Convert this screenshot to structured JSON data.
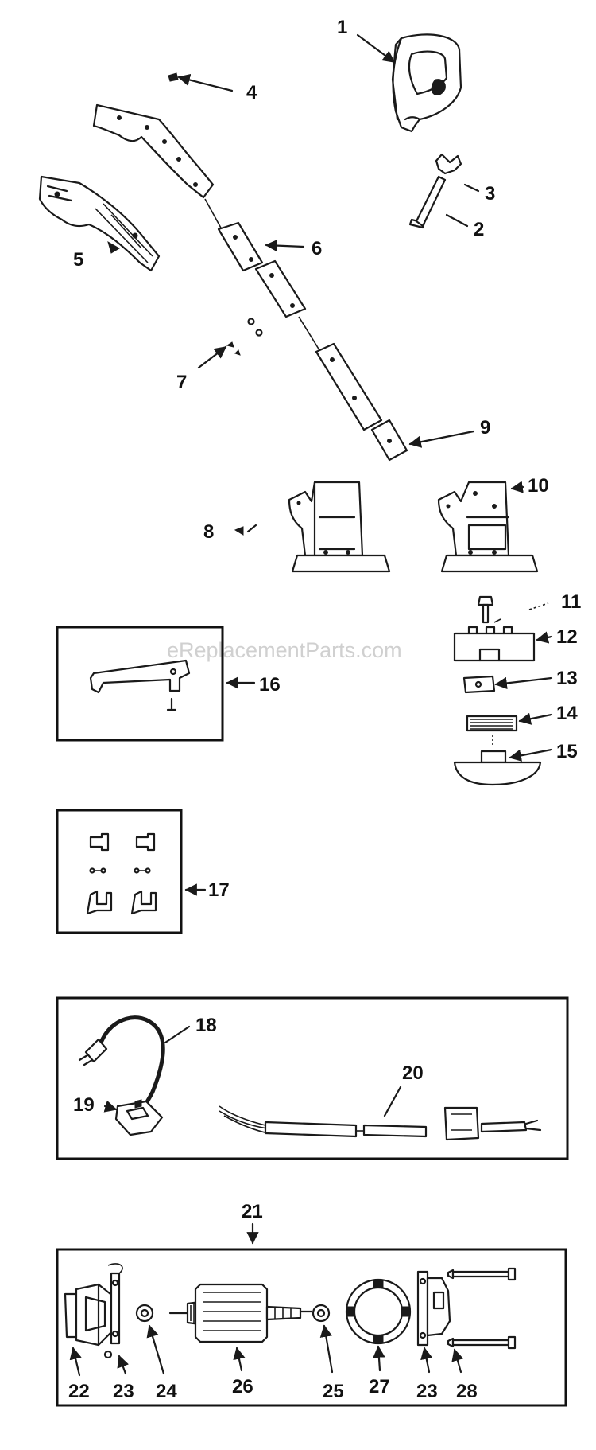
{
  "watermark": "eReplacementParts.com",
  "callouts": {
    "c1": "1",
    "c2": "2",
    "c3": "3",
    "c4": "4",
    "c5": "5",
    "c6": "6",
    "c7": "7",
    "c8": "8",
    "c9": "9",
    "c10": "10",
    "c11": "11",
    "c12": "12",
    "c13": "13",
    "c14": "14",
    "c15": "15",
    "c16": "16",
    "c17": "17",
    "c18": "18",
    "c19": "19",
    "c20": "20",
    "c21": "21",
    "c22": "22",
    "c23a": "23",
    "c23b": "23",
    "c24": "24",
    "c25": "25",
    "c26": "26",
    "c27": "27",
    "c28": "28"
  },
  "colors": {
    "ink": "#1a1a1a",
    "paper": "#ffffff",
    "watermark": "#c8c8c8"
  }
}
